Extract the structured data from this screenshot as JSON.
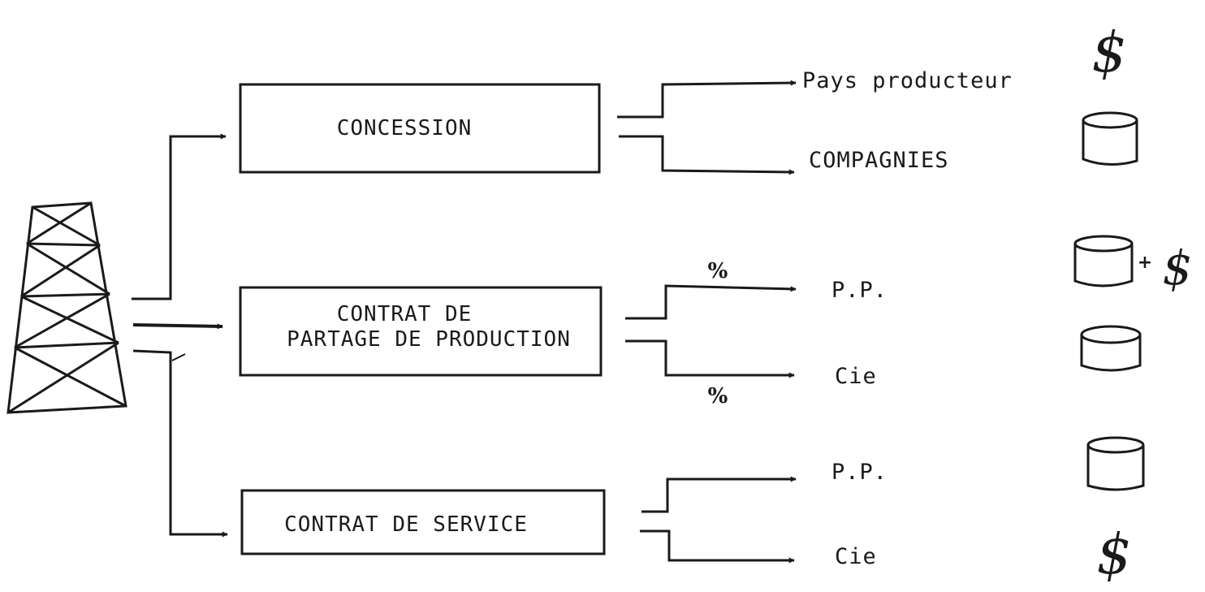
{
  "regimes": [
    {
      "label_lines": [
        "CONCESSION"
      ],
      "outputs": [
        {
          "label": "Pays producteur",
          "share_mark": "",
          "symbols": [
            "dollar-icon"
          ]
        },
        {
          "label": "COMPAGNIES",
          "share_mark": "",
          "symbols": [
            "barrel-icon"
          ]
        }
      ]
    },
    {
      "label_lines": [
        "CONTRAT DE",
        "PARTAGE DE PRODUCTION"
      ],
      "outputs": [
        {
          "label": "P.P.",
          "share_mark": "%",
          "symbols": [
            "barrel-icon",
            "dollar-icon"
          ]
        },
        {
          "label": "Cie",
          "share_mark": "%",
          "symbols": [
            "barrel-icon"
          ]
        }
      ]
    },
    {
      "label_lines": [
        "CONTRAT DE SERVICE"
      ],
      "outputs": [
        {
          "label": "P.P.",
          "share_mark": "",
          "symbols": [
            "barrel-icon"
          ]
        },
        {
          "label": "Cie",
          "share_mark": "",
          "symbols": [
            "dollar-icon"
          ]
        }
      ]
    }
  ],
  "symbols": {
    "dollar": "$",
    "plus": "+"
  }
}
